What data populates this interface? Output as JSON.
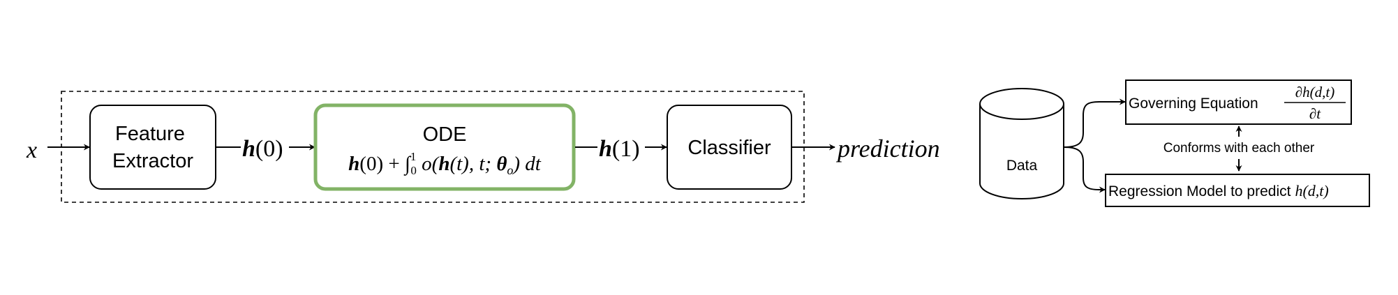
{
  "left_diagram": {
    "input_label": "x",
    "feature_extractor": {
      "line1": "Feature",
      "line2": "Extractor"
    },
    "h0": {
      "var": "h",
      "arg": "(0)"
    },
    "ode": {
      "title": "ODE",
      "formula": {
        "p1": "h",
        "p2": "(0) + ",
        "integral": "∫",
        "upper": "1",
        "lower": "0",
        "p3": " o(",
        "p4": "h",
        "p5": "(t), t; ",
        "p6": "θ",
        "p7": "o",
        "p8": ") dt"
      }
    },
    "h1": {
      "var": "h",
      "arg": "(1)"
    },
    "classifier": "Classifier",
    "output_label": "prediction"
  },
  "right_diagram": {
    "data_label": "Data",
    "governing": {
      "text": "Governing Equation",
      "numerator": "∂h(d,t)",
      "denominator": "∂t"
    },
    "conforms_label": "Conforms with each other",
    "regression": {
      "text": "Regression Model to predict",
      "math": "h(d,t)"
    }
  },
  "colors": {
    "ode_border": "#82b366",
    "stroke": "#000000"
  }
}
